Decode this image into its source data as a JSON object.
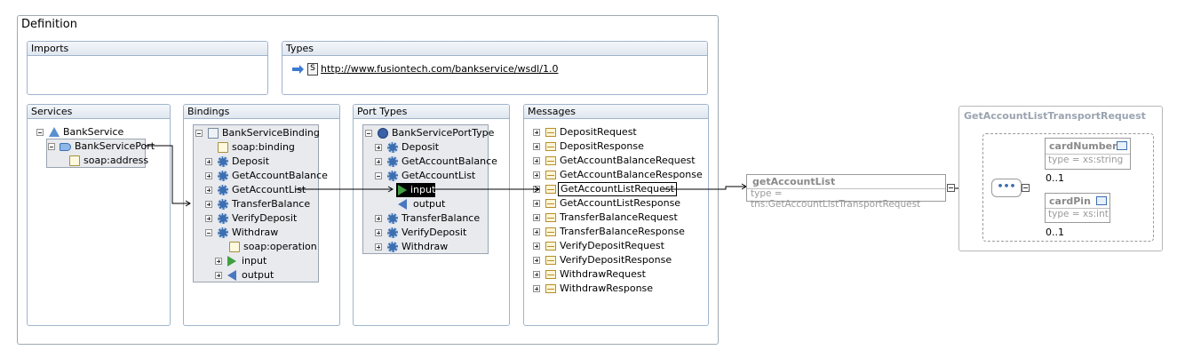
{
  "definition": {
    "title": "Definition"
  },
  "imports": {
    "title": "Imports"
  },
  "types": {
    "title": "Types",
    "link": "http://www.fusiontech.com/bankservice/wsdl/1.0"
  },
  "services": {
    "title": "Services",
    "service": "BankService",
    "port": "BankServicePort",
    "address": "soap:address"
  },
  "bindings": {
    "title": "Bindings",
    "name": "BankServiceBinding",
    "soap_binding": "soap:binding",
    "operations": [
      "Deposit",
      "GetAccountBalance",
      "GetAccountList",
      "TransferBalance",
      "VerifyDeposit",
      "Withdraw"
    ],
    "soap_operation": "soap:operation",
    "input": "input",
    "output": "output"
  },
  "port_types": {
    "title": "Port Types",
    "name": "BankServicePortType",
    "operations": [
      "Deposit",
      "GetAccountBalance",
      "GetAccountList",
      "TransferBalance",
      "VerifyDeposit",
      "Withdraw"
    ],
    "input": "input",
    "output": "output"
  },
  "messages": {
    "title": "Messages",
    "items": [
      "DepositRequest",
      "DepositResponse",
      "GetAccountBalanceRequest",
      "GetAccountBalanceResponse",
      "GetAccountListRequest",
      "GetAccountListResponse",
      "TransferBalanceRequest",
      "TransferBalanceResponse",
      "VerifyDepositRequest",
      "VerifyDepositResponse",
      "WithdrawRequest",
      "WithdrawResponse"
    ]
  },
  "part": {
    "name": "getAccountList",
    "type": "type = tns:GetAccountListTransportRequest"
  },
  "schema": {
    "title": "GetAccountListTransportRequest",
    "elements": [
      {
        "name": "cardNumber",
        "type": "type = xs:string",
        "occurs": "0..1"
      },
      {
        "name": "cardPin",
        "type": "type = xs:int",
        "occurs": "0..1"
      }
    ]
  },
  "colors": {
    "frame_border": "#a0b4cc",
    "title_bg": "#dfe6ef",
    "tree_bg": "#e8eaee",
    "muted": "#9a9a9a"
  }
}
